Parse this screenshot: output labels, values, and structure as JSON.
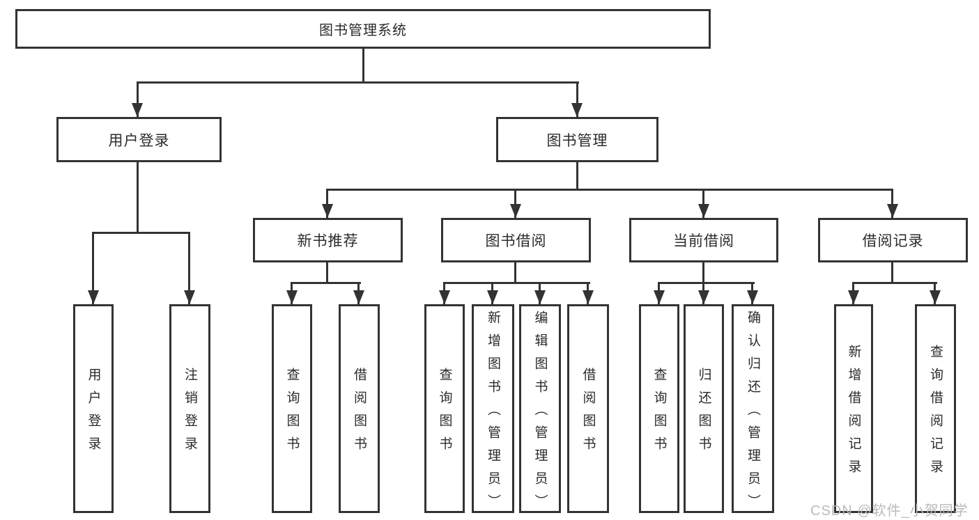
{
  "tree": {
    "root": {
      "label": "图书管理系统"
    },
    "branches": [
      {
        "label": "用户登录",
        "children": [
          "用户登录",
          "注销登录"
        ]
      },
      {
        "label": "图书管理",
        "sections": [
          {
            "label": "新书推荐",
            "children": [
              "查询图书",
              "借阅图书"
            ]
          },
          {
            "label": "图书借阅",
            "children": [
              "查询图书",
              "新增图书（管理员）",
              "编辑图书（管理员）",
              "借阅图书"
            ]
          },
          {
            "label": "当前借阅",
            "children": [
              "查询图书",
              "归还图书",
              "确认归还（管理员）"
            ]
          },
          {
            "label": "借阅记录",
            "children": [
              "新增借阅记录",
              "查询借阅记录"
            ]
          }
        ]
      }
    ]
  },
  "watermark": {
    "text": "CSDN @软件_小贺同学",
    "color": "#b8babc"
  },
  "colors": {
    "line": "#333333",
    "text": "#2b2b2b",
    "background": "#ffffff"
  }
}
